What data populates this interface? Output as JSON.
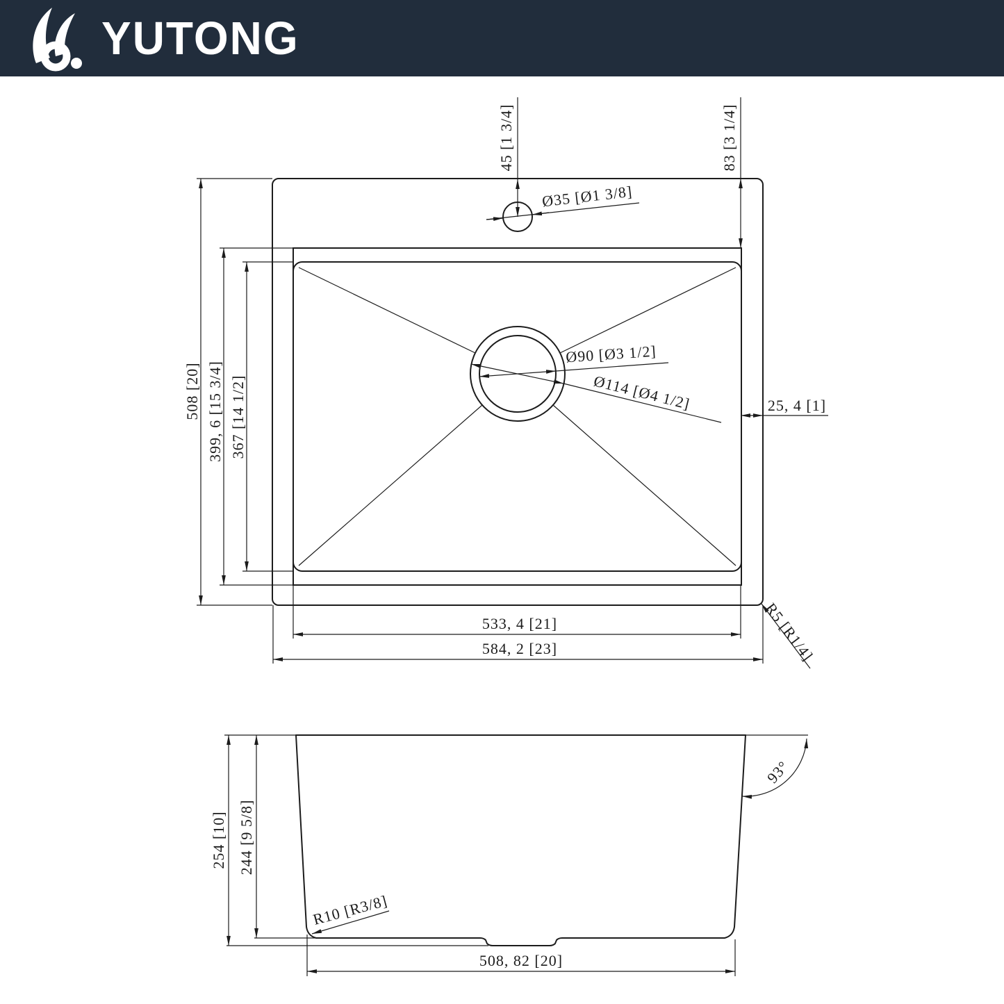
{
  "header": {
    "brand": "YUTONG",
    "bg_color": "#212d3c",
    "text_color": "#ffffff",
    "logo_icon": "rabbit-logo-icon"
  },
  "drawing": {
    "line_color": "#1c1c1c",
    "top_view": {
      "faucet_offset": "45 [1 3/4]",
      "rim_to_bowl_offset": "83 [3 1/4]",
      "faucet_hole_diameter": "Ø35 [Ø1 3/8]",
      "overall_front_to_back": "508 [20]",
      "bowl_opening_front_to_back": "399, 6 [15 3/4]",
      "bowl_bottom_front_to_back": "367 [14 1/2]",
      "drain_inner_diameter": "Ø90 [Ø3 1/2]",
      "drain_outer_diameter": "Ø114 [Ø4 1/2]",
      "rim_width": "25, 4 [1]",
      "bowl_opening_width": "533, 4 [21]",
      "overall_width": "584, 2 [23]",
      "corner_radius": "R5 [R1/4]"
    },
    "side_view": {
      "overall_height": "254 [10]",
      "bowl_inner_depth": "244 [9 5/8]",
      "bottom_corner_radius": "R10 [R3/8]",
      "wall_angle": "93°",
      "base_width": "508, 82 [20]"
    }
  }
}
